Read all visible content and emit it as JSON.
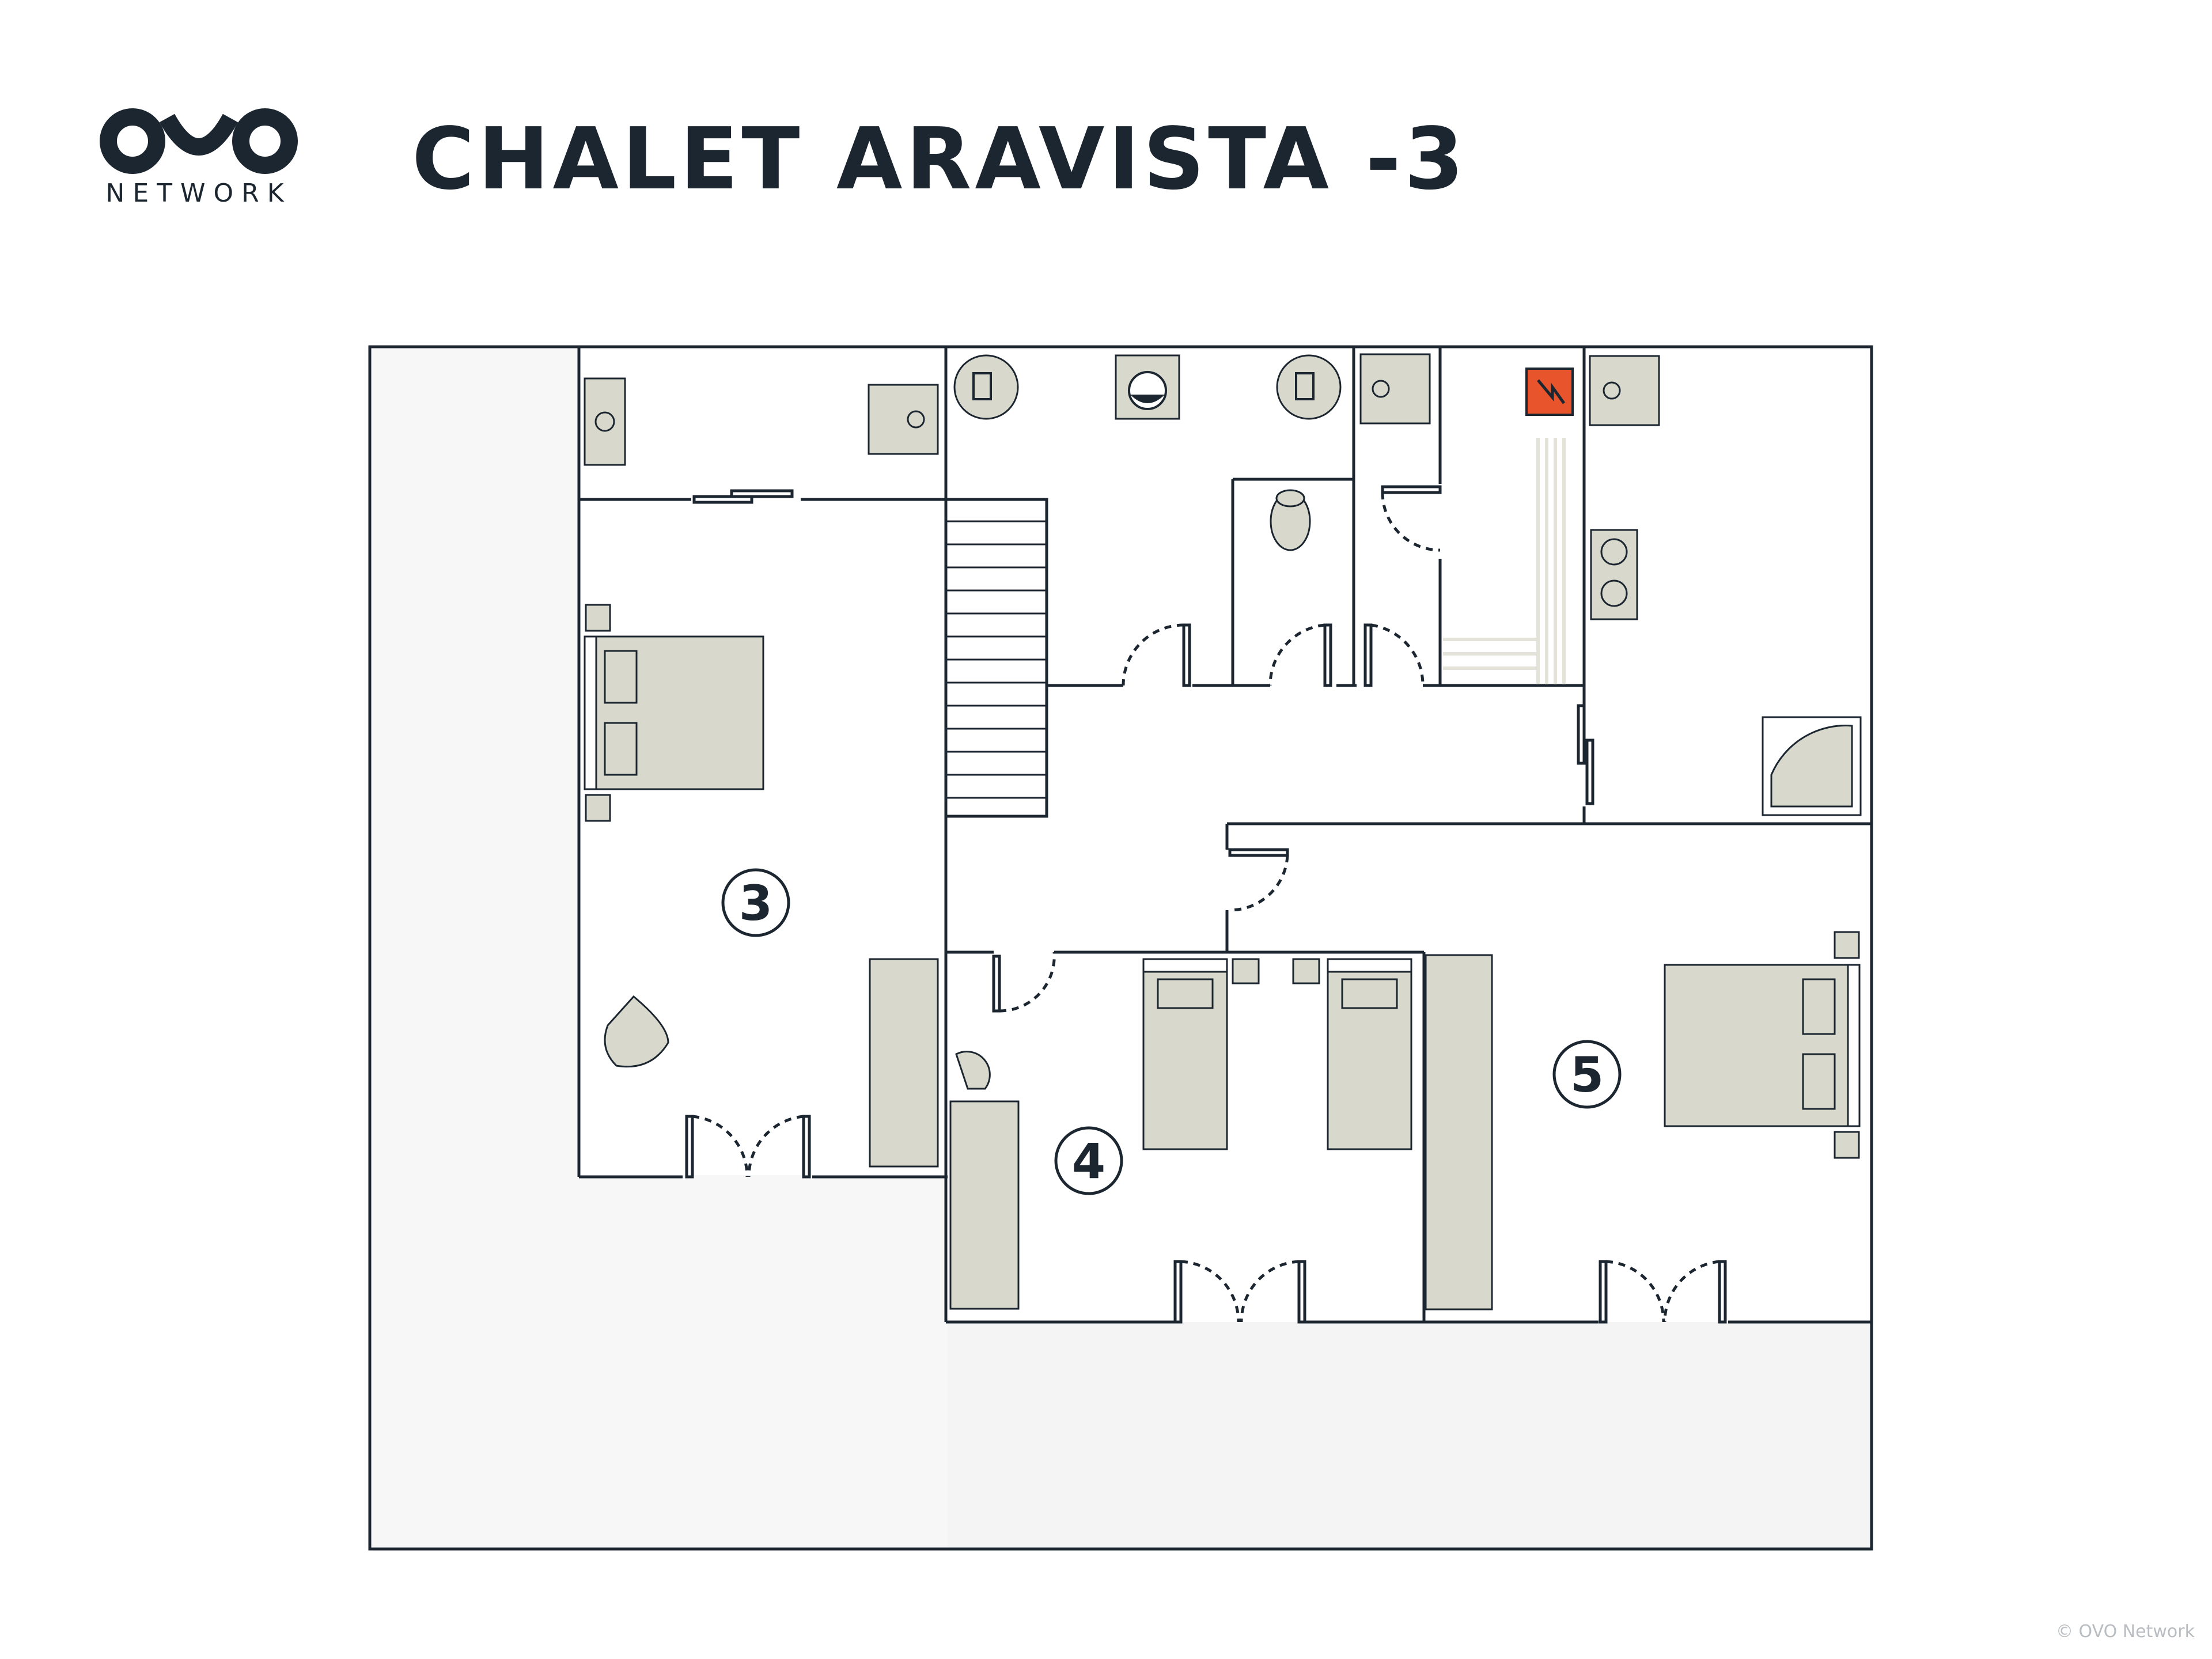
{
  "brand": {
    "logo_text": "NETWORK"
  },
  "title": "CHALET ARAVISTA -3",
  "rooms": [
    {
      "id": "room-3",
      "label": "3"
    },
    {
      "id": "room-4",
      "label": "4"
    },
    {
      "id": "room-5",
      "label": "5"
    }
  ],
  "footer": {
    "copyright": "© OVO Network"
  },
  "colors": {
    "wall": "#1c2630",
    "furniture": "#d8d9cc",
    "outside": "#f7f7f7",
    "electrical": "#e8542b"
  },
  "icons": [
    "water-heater-icon",
    "washing-machine-icon",
    "electrical-panel-icon",
    "sink-icon",
    "toilet-icon",
    "shower-icon",
    "bed-icon",
    "armchair-icon",
    "lamp-icon"
  ]
}
